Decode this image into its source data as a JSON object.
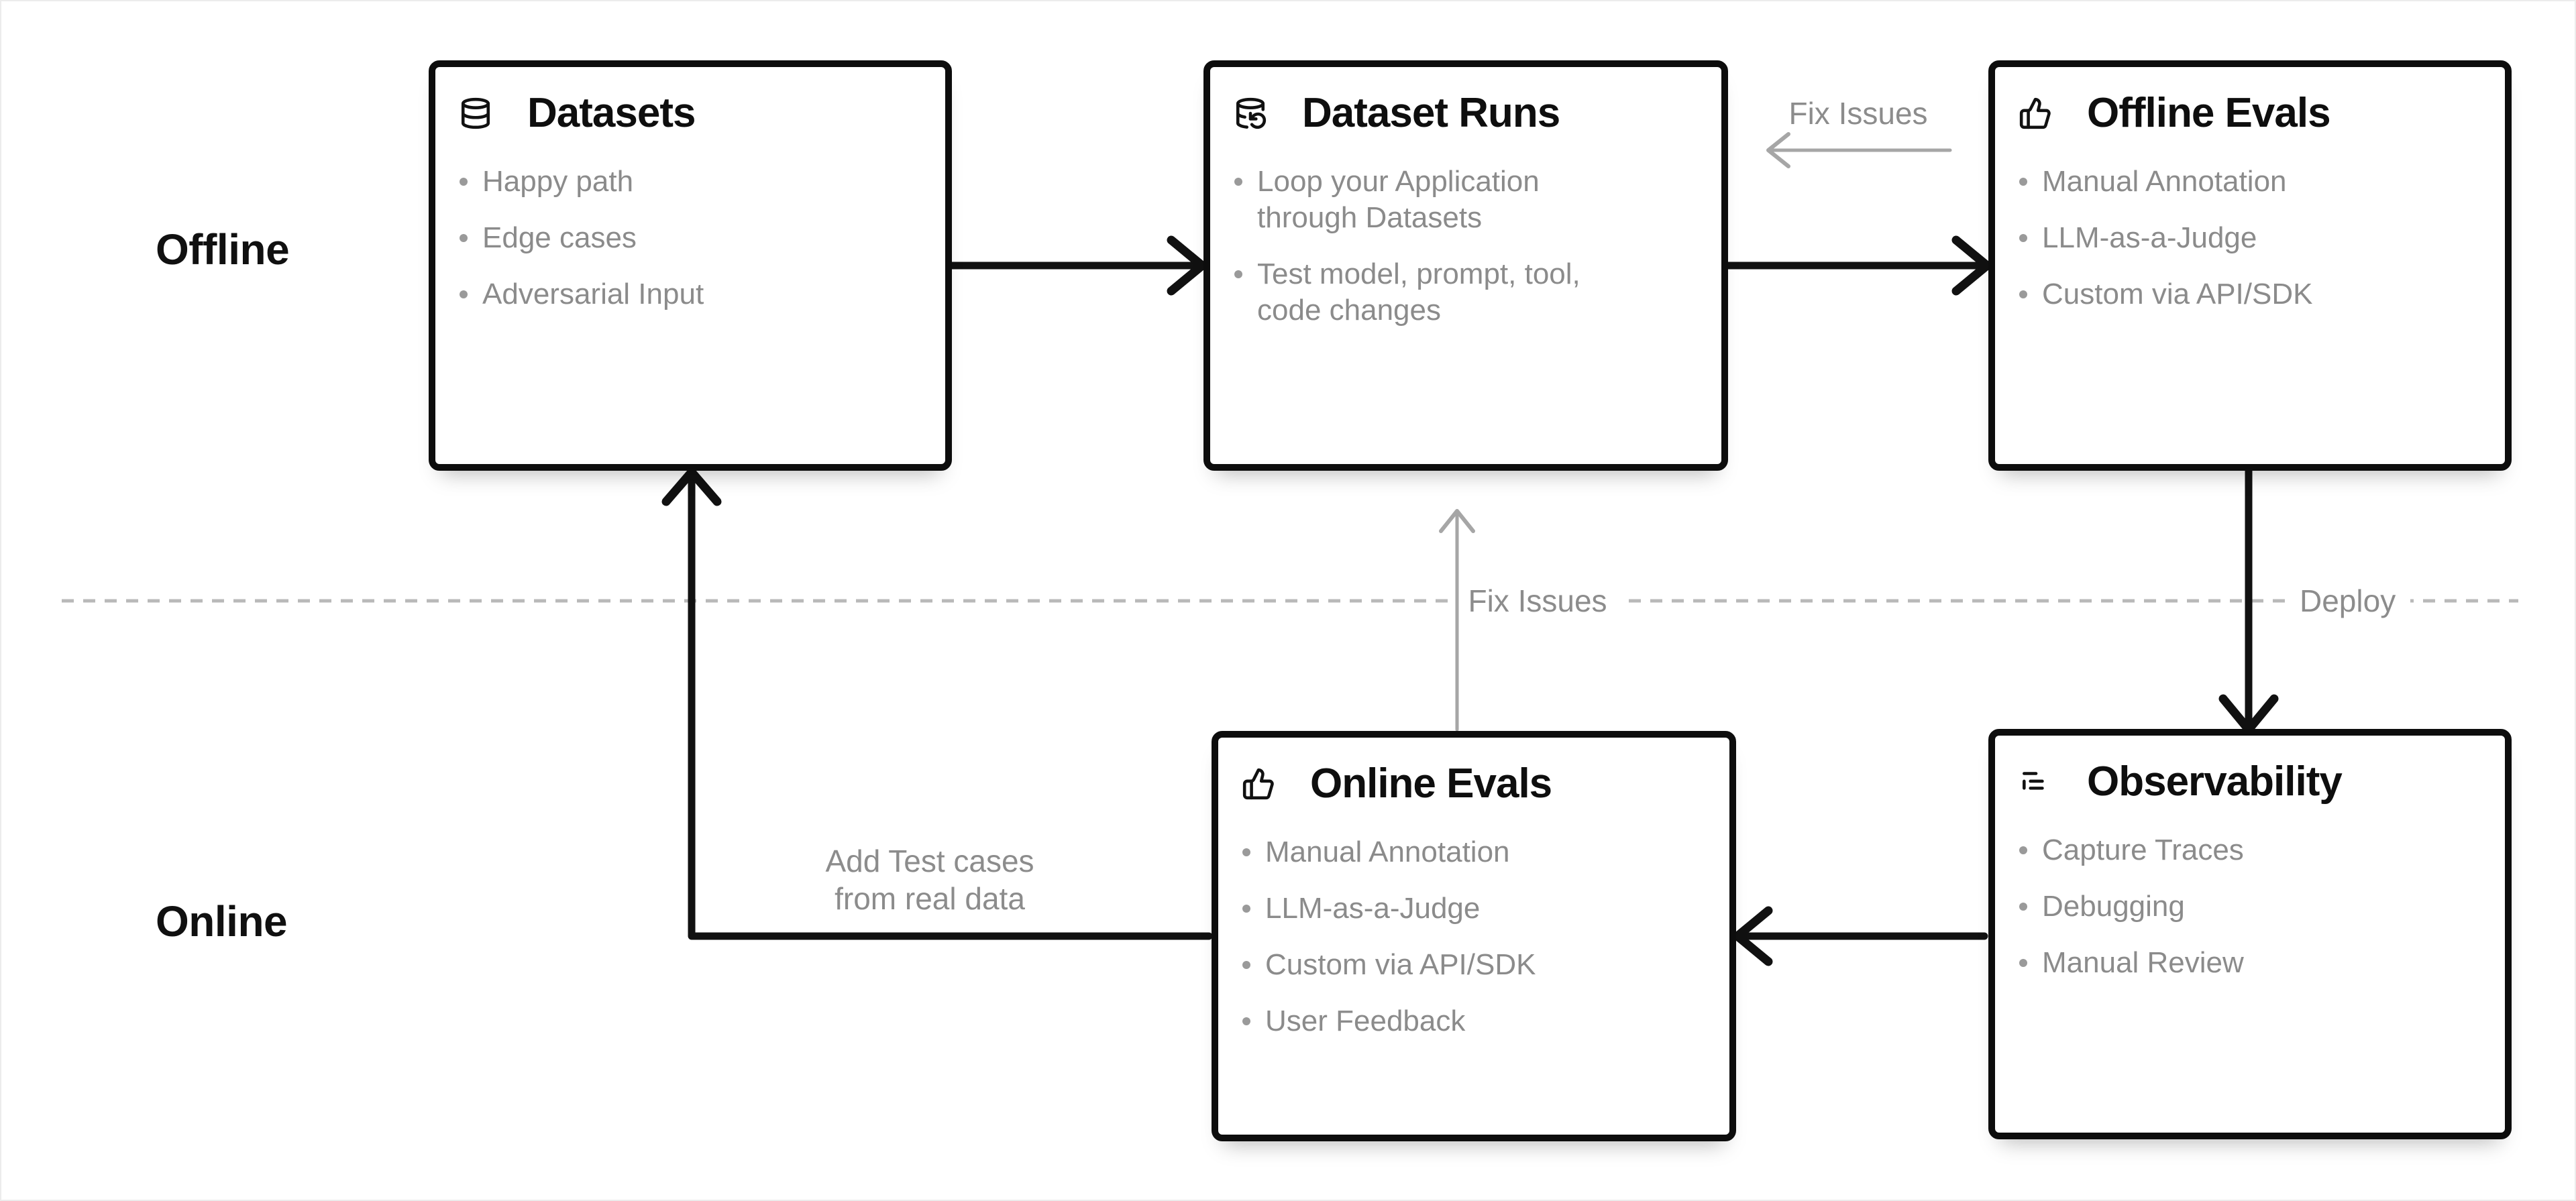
{
  "regions": {
    "offline": "Offline",
    "online": "Online"
  },
  "nodes": [
    {
      "id": "datasets",
      "title": "Datasets",
      "icon": "database-icon",
      "bullets": [
        "Happy path",
        "Edge cases",
        "Adversarial Input"
      ]
    },
    {
      "id": "dataset-runs",
      "title": "Dataset Runs",
      "icon": "database-run-icon",
      "bullets": [
        "Loop your Application\nthrough Datasets",
        "Test model, prompt, tool,\ncode changes"
      ]
    },
    {
      "id": "offline-evals",
      "title": "Offline Evals",
      "icon": "thumbs-up-icon",
      "bullets": [
        "Manual Annotation",
        "LLM-as-a-Judge",
        "Custom via API/SDK"
      ]
    },
    {
      "id": "online-evals",
      "title": "Online Evals",
      "icon": "thumbs-up-icon",
      "bullets": [
        "Manual Annotation",
        "LLM-as-a-Judge",
        "Custom via API/SDK",
        "User Feedback"
      ]
    },
    {
      "id": "observability",
      "title": "Observability",
      "icon": "logs-icon",
      "bullets": [
        "Capture Traces",
        "Debugging",
        "Manual Review"
      ]
    }
  ],
  "edge_labels": {
    "fix_issues_top": "Fix Issues",
    "fix_issues_mid": "Fix Issues",
    "deploy": "Deploy",
    "add_test_cases": "Add Test cases\nfrom real data"
  },
  "colors": {
    "line_black": "#111111",
    "arrow_gray": "#a6a6a6",
    "dashed_gray": "#b9b9b9",
    "text_gray": "#8c8c8c",
    "background": "#ffffff"
  }
}
